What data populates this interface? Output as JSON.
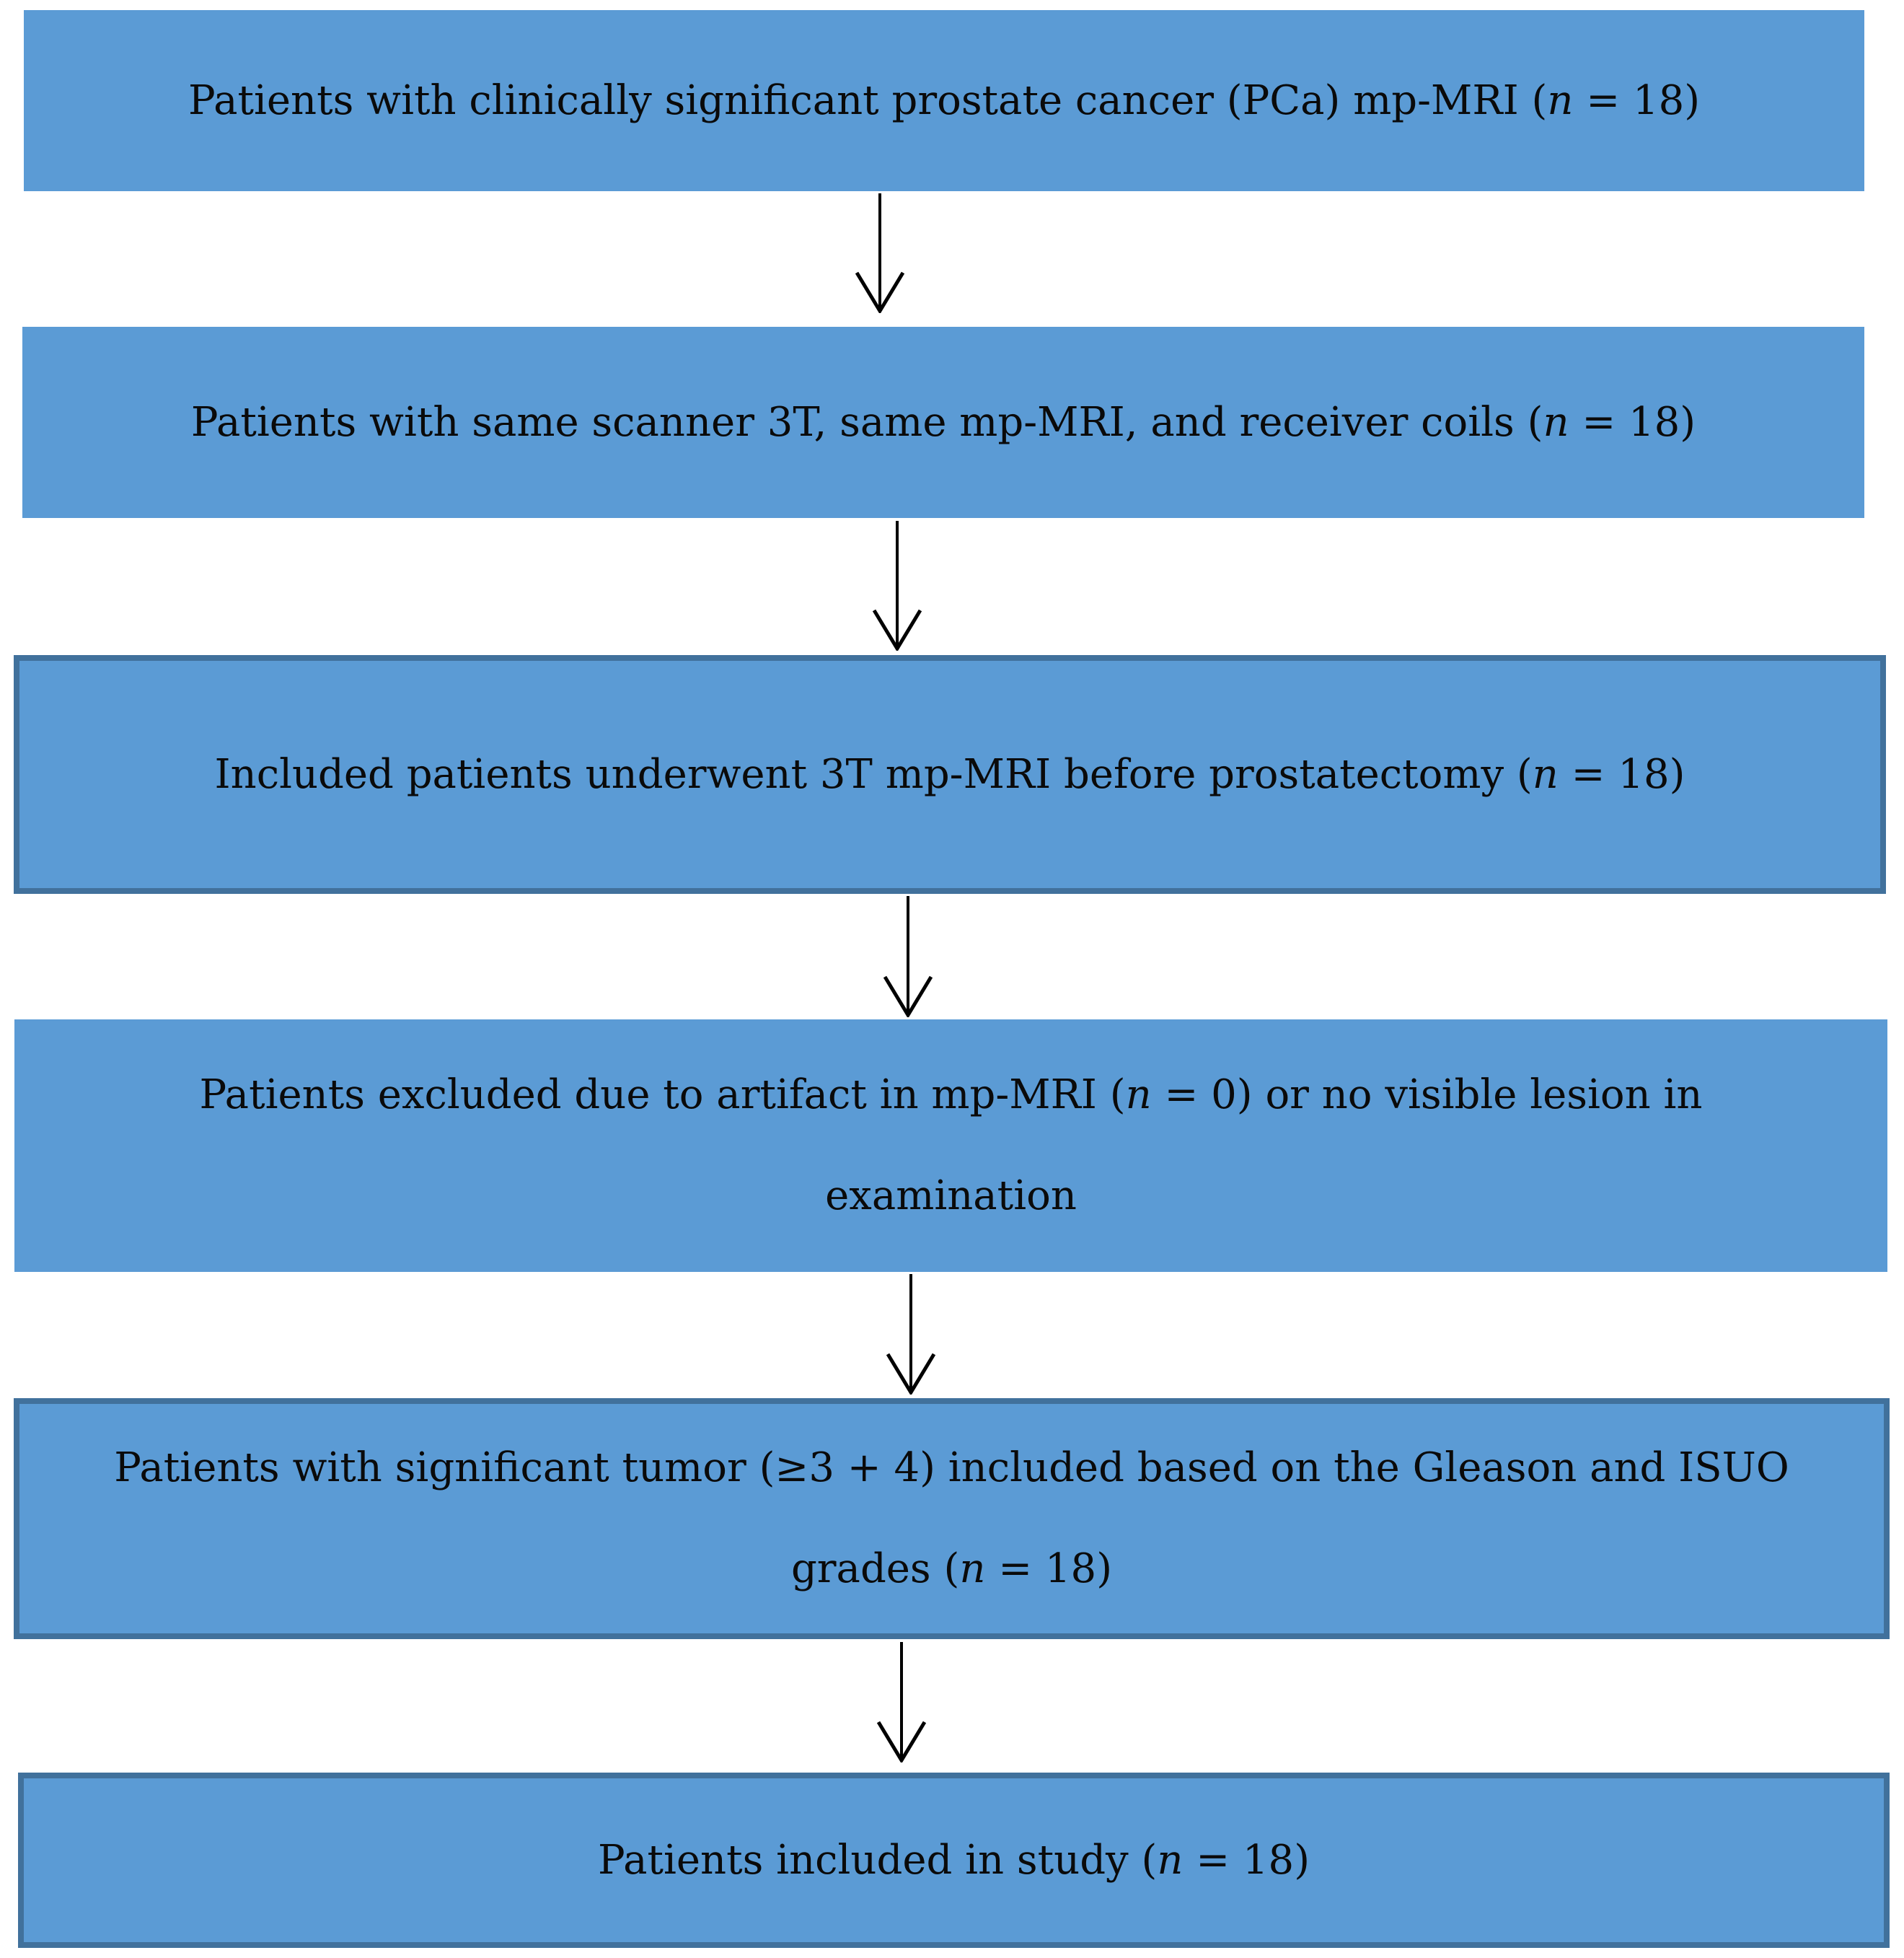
{
  "flowchart": {
    "background": "#ffffff",
    "box_fill": "#5b9bd5",
    "box_border": "#41719c",
    "arrow_color": "#000000",
    "text_color": "#0a0a0a",
    "boxes": [
      {
        "name": "pca-mpmri-cohort",
        "n": 18,
        "label": "Patients with clinically significant prostate cancer (PCa) mp-MRI (n = 18)",
        "lines": [
          [
            {
              "text": "Patients with clinically significant prostate cancer (PCa) mp-MRI ("
            },
            {
              "text": "n",
              "italic": true
            },
            {
              "text": " = 18)"
            }
          ]
        ]
      },
      {
        "name": "same-scanner",
        "n": 18,
        "label": "Patients with same scanner 3T, same mp-MRI, and receiver coils (n = 18)",
        "lines": [
          [
            {
              "text": "Patients with same scanner 3T, same mp-MRI, and receiver coils ("
            },
            {
              "text": "n",
              "italic": true
            },
            {
              "text": " = 18)"
            }
          ]
        ]
      },
      {
        "name": "underwent-mpmri-before-prostatectomy",
        "n": 18,
        "label": "Included patients underwent 3T mp-MRI before prostatectomy (n = 18)",
        "lines": [
          [
            {
              "text": "Included patients underwent 3T mp-MRI before prostatectomy ("
            },
            {
              "text": "n",
              "italic": true
            },
            {
              "text": " = 18)"
            }
          ]
        ]
      },
      {
        "name": "excluded-artifact-no-lesion",
        "n": 0,
        "label": "Patients excluded due to artifact in mp-MRI (n = 0) or no visible lesion in examination",
        "lines": [
          [
            {
              "text": "Patients excluded due to artifact in mp-MRI ("
            },
            {
              "text": "n",
              "italic": true
            },
            {
              "text": " = 0) or no visible lesion in"
            }
          ],
          [
            {
              "text": "examination"
            }
          ]
        ]
      },
      {
        "name": "significant-tumor-gleason-isuo",
        "n": 18,
        "label": "Patients with significant tumor (≥3 + 4) included based on the Gleason and ISUO grades (n = 18)",
        "lines": [
          [
            {
              "text": "Patients with significant tumor (≥3 + 4) included based on the Gleason and ISUO"
            }
          ],
          [
            {
              "text": "grades ("
            },
            {
              "text": "n",
              "italic": true
            },
            {
              "text": " = 18)"
            }
          ]
        ]
      },
      {
        "name": "included-in-study",
        "n": 18,
        "label": "Patients included in study (n = 18)",
        "lines": [
          [
            {
              "text": "Patients included in study ("
            },
            {
              "text": "n",
              "italic": true
            },
            {
              "text": " = 18)"
            }
          ]
        ]
      }
    ],
    "arrows": [
      {
        "from": 1,
        "to": 2
      },
      {
        "from": 2,
        "to": 3
      },
      {
        "from": 3,
        "to": 4
      },
      {
        "from": 4,
        "to": 5
      },
      {
        "from": 5,
        "to": 6
      }
    ]
  }
}
